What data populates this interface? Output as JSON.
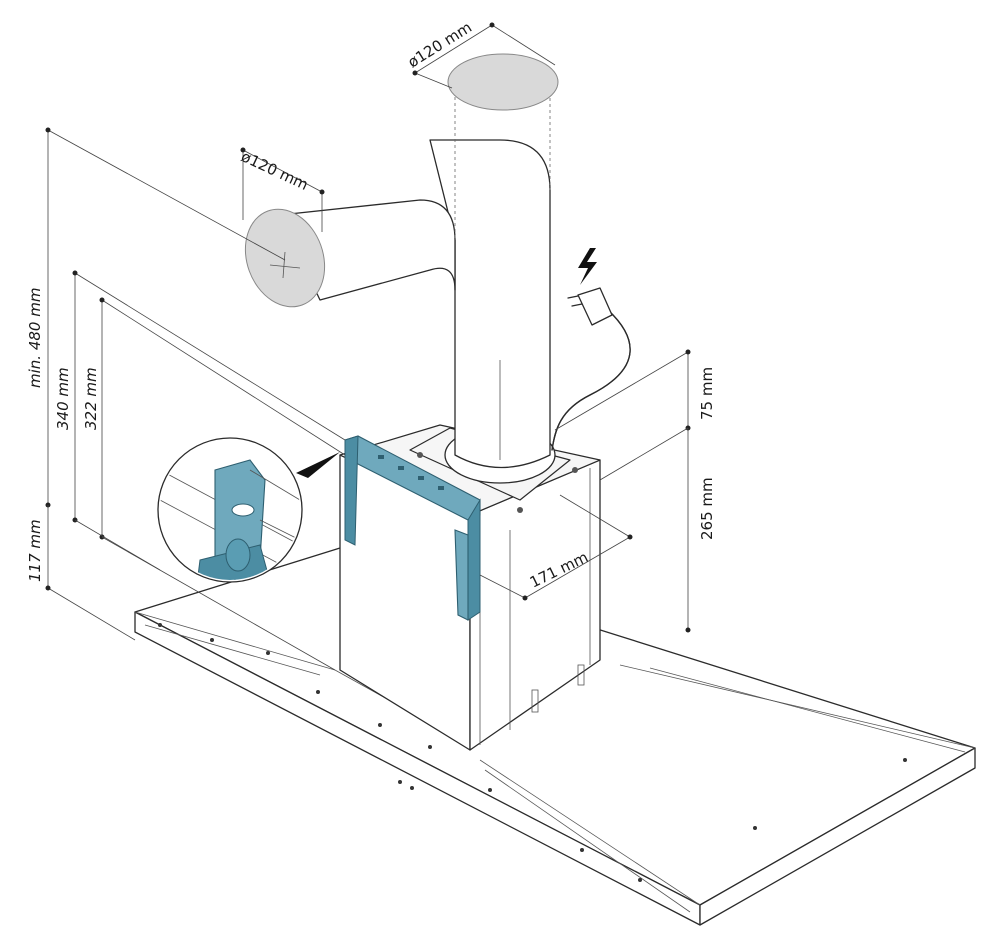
{
  "dimensions": {
    "top_duct_diameter": "ø120 mm",
    "side_duct_diameter": "ø120 mm",
    "min_height": "min. 480 mm",
    "height_340": "340 mm",
    "height_322": "322 mm",
    "height_117": "117 mm",
    "height_75": "75 mm",
    "height_265": "265 mm",
    "width_171": "171 mm"
  },
  "colors": {
    "bracket": "#6fa9bd",
    "duct_end": "#d9d9d9",
    "outline": "#2b2b2b"
  },
  "icons": {
    "power": "lightning-bolt-icon",
    "plug": "power-plug-icon"
  }
}
